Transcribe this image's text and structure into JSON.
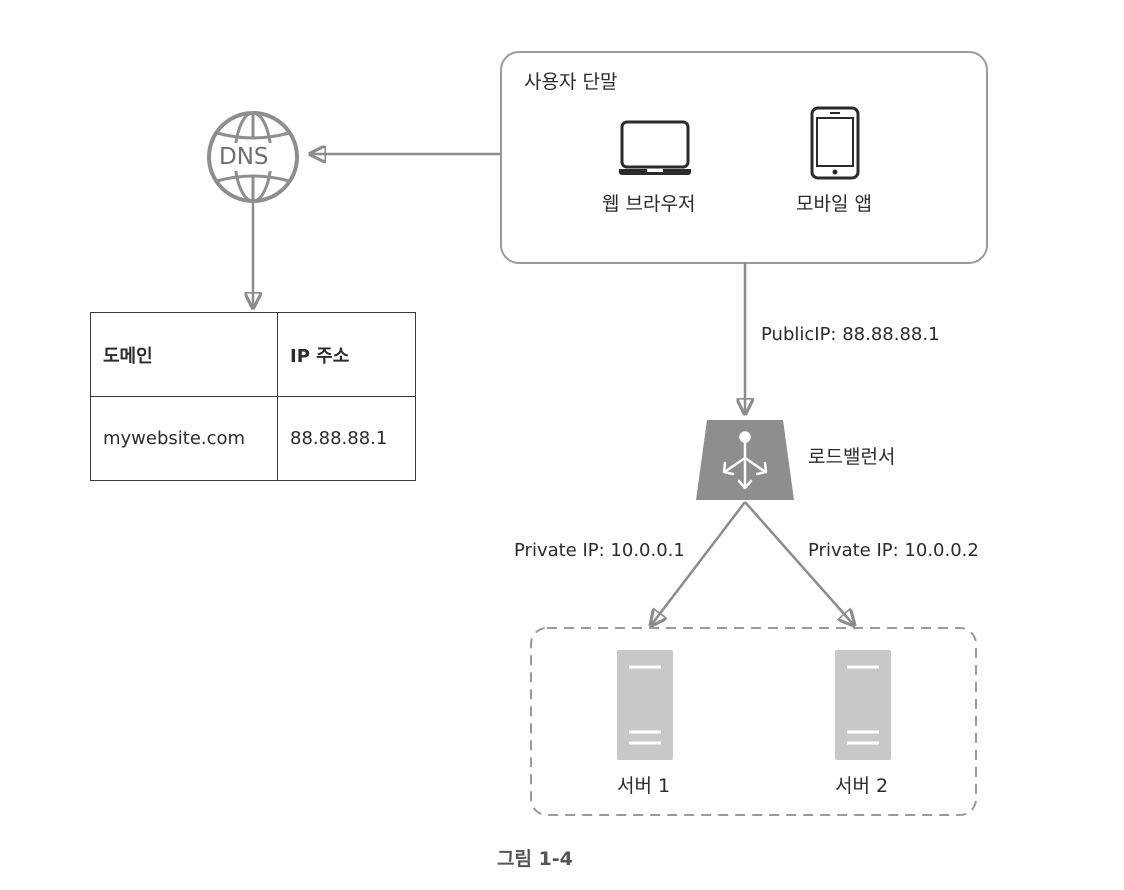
{
  "device_group": {
    "title": "사용자 단말",
    "web_browser_label": "웹 브라우저",
    "mobile_app_label": "모바일 앱"
  },
  "dns": {
    "label": "DNS",
    "icon": "globe-icon"
  },
  "dns_table": {
    "headers": [
      "도메인",
      "IP 주소"
    ],
    "rows": [
      [
        "mywebsite.com",
        "88.88.88.1"
      ]
    ]
  },
  "edges": {
    "public_ip": "PublicIP: 88.88.88.1",
    "private_ip_1": "Private IP: 10.0.0.1",
    "private_ip_2": "Private IP: 10.0.0.2"
  },
  "load_balancer": {
    "label": "로드밸런서",
    "icon": "load-balancer-icon"
  },
  "servers": [
    {
      "label": "서버 1",
      "icon": "server-icon"
    },
    {
      "label": "서버 2",
      "icon": "server-icon"
    }
  ],
  "caption": "그림 1-4",
  "colors": {
    "line": "#8c8c8c",
    "box_border": "#9a9a9a",
    "icon_gray": "#8e8e8e",
    "server_gray": "#c8c8c8",
    "text": "#2b2b2b"
  }
}
